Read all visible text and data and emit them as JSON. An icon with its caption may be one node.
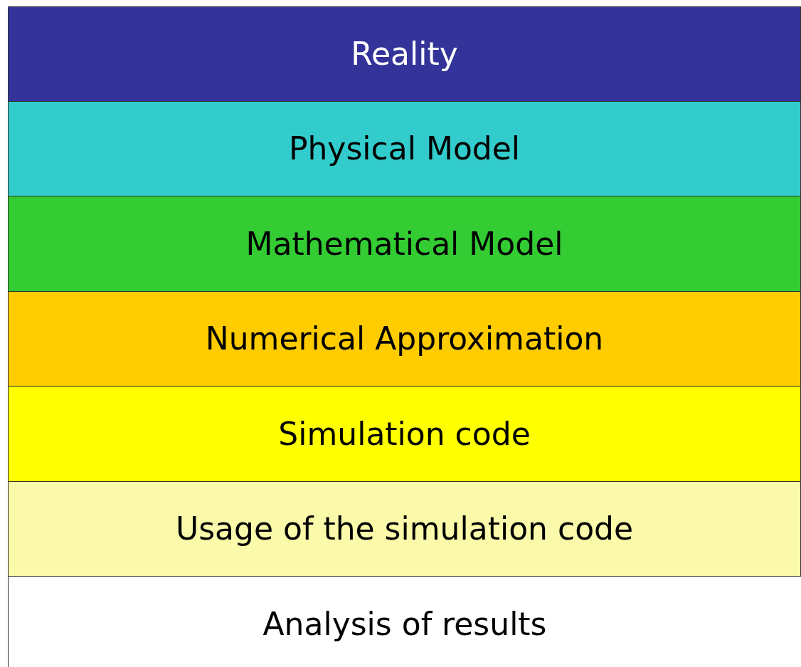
{
  "diagram": {
    "nodes": [
      {
        "text": [
          "Reality"
        ]
      },
      {
        "text": [
          "Physical Model"
        ]
      },
      {
        "text": [
          "Mathematical Model"
        ]
      },
      {
        "text": [
          "Numerical Approximation"
        ]
      },
      {
        "text": [
          "Simulation code"
        ]
      },
      {
        "text": [
          "Usage of the simulation code"
        ]
      },
      {
        "text": [
          "Analysis of results"
        ]
      }
    ]
  }
}
